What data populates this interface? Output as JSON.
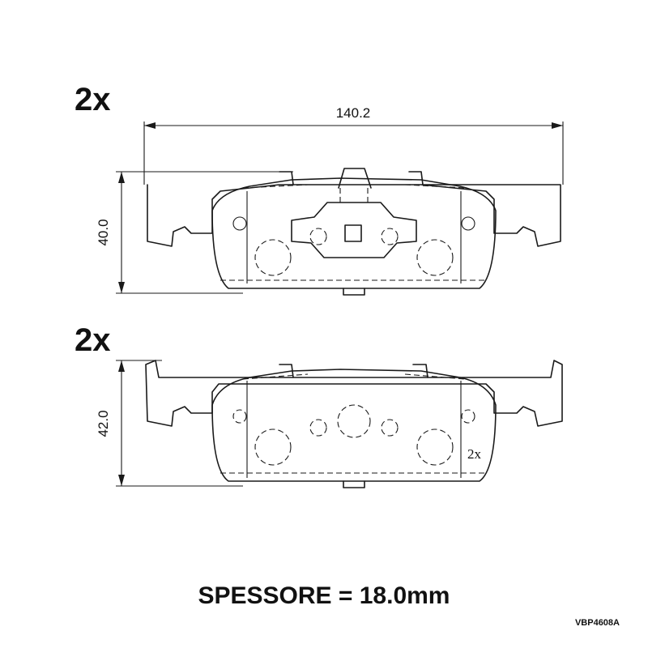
{
  "top_pad": {
    "quantity": "2x",
    "height_dim": "40.0"
  },
  "bottom_pad": {
    "quantity": "2x",
    "height_dim": "42.0",
    "hole_note": "2x"
  },
  "width_dim": "140.2",
  "thickness_note": "SPESSORE = 18.0mm",
  "part_code": "VBP4608A"
}
